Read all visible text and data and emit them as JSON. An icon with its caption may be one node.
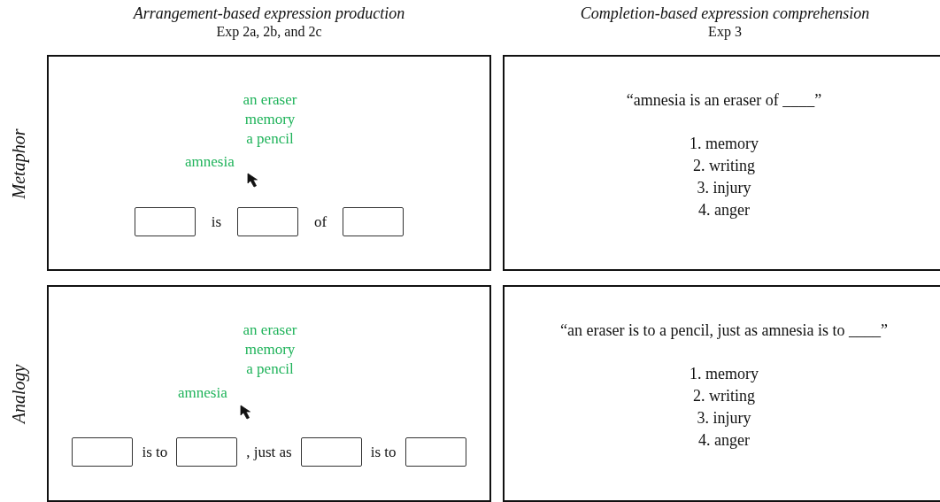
{
  "diagram": {
    "nodes": [
      {
        "text": [
          "an eraser",
          "memory",
          "a pencil",
          "amnesia",
          "is",
          "of"
        ]
      },
      {
        "text": [],
        "shape": "box",
        "in": 0
      },
      {
        "text": [],
        "shape": "box",
        "in": 0
      },
      {
        "text": [],
        "shape": "box",
        "in": 0
      },
      {
        "text": [
          "“amnesia is an eraser of ____”",
          "1. memory",
          "2. writing",
          "3. injury",
          "4. anger"
        ]
      },
      {
        "text": [
          "an eraser",
          "memory",
          "a pencil",
          "amnesia",
          "is to",
          ", just as",
          "is to"
        ]
      },
      {
        "text": [],
        "shape": "box",
        "in": 5
      },
      {
        "text": [],
        "shape": "box",
        "in": 5
      },
      {
        "text": [],
        "shape": "box",
        "in": 5
      },
      {
        "text": [],
        "shape": "box",
        "in": 5
      },
      {
        "text": [
          "“an eraser is to a pencil, just as amnesia is to ____”",
          "1. memory",
          "2. writing",
          "3. injury",
          "4. anger"
        ]
      }
    ],
    "labels": [
      "Arrangement-based expression production",
      "Exp 2a, 2b, and 2c",
      "Completion-based expression comprehension",
      "Exp 3",
      "Metaphor",
      "Analogy"
    ]
  }
}
